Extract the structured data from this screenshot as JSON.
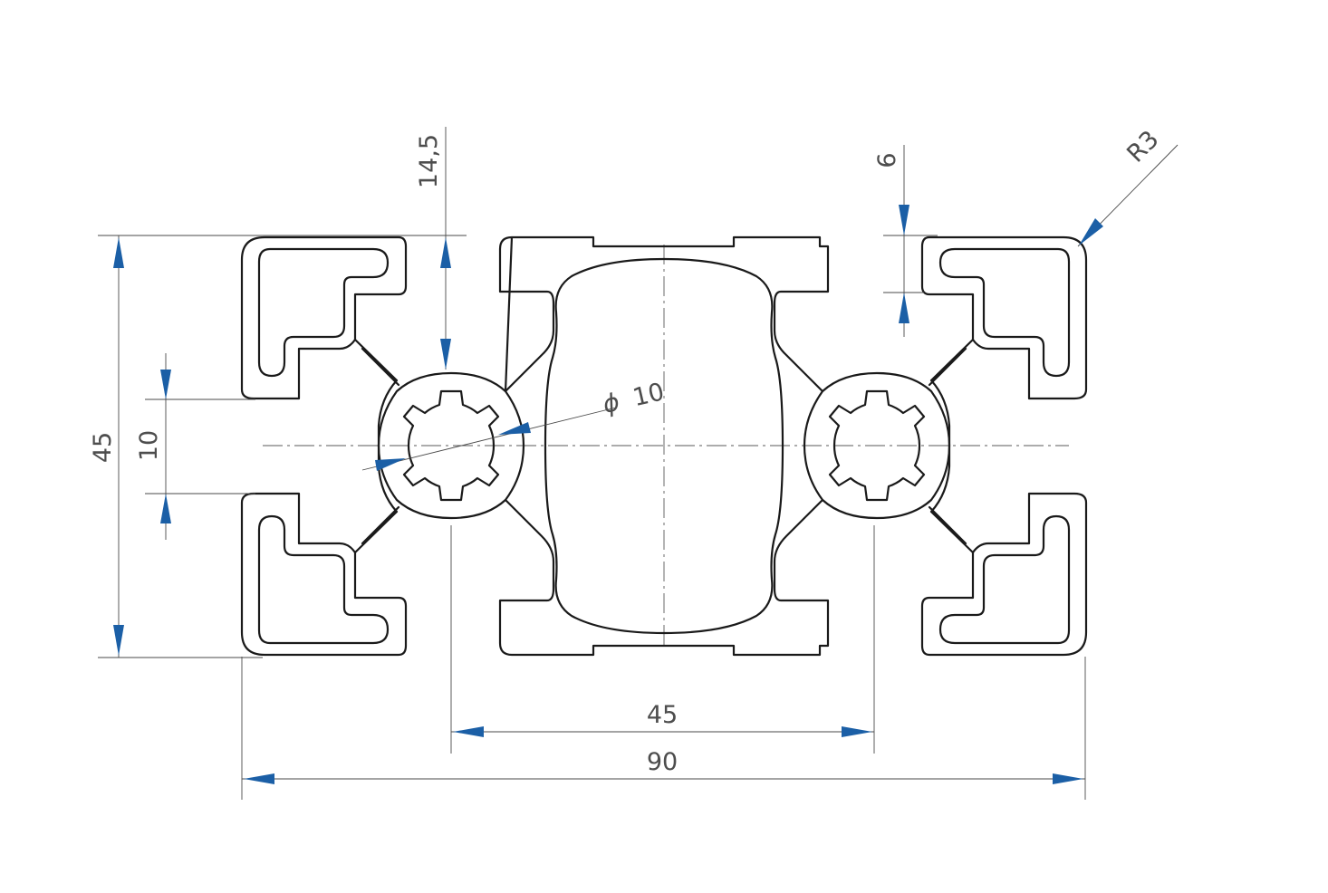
{
  "drawing": {
    "dimensions": {
      "overall_width": "90",
      "core_spacing": "45",
      "overall_height": "45",
      "slot_width": "10",
      "slot_depth": "14,5",
      "flange_thickness": "6",
      "corner_radius": "R3",
      "core_bore": "10",
      "diameter_symbol": "ϕ"
    },
    "colors": {
      "outline": "#1a1a1a",
      "dimension_line": "#4a4a4a",
      "arrow": "#1b5fa6",
      "text": "#4d4d4d"
    }
  }
}
